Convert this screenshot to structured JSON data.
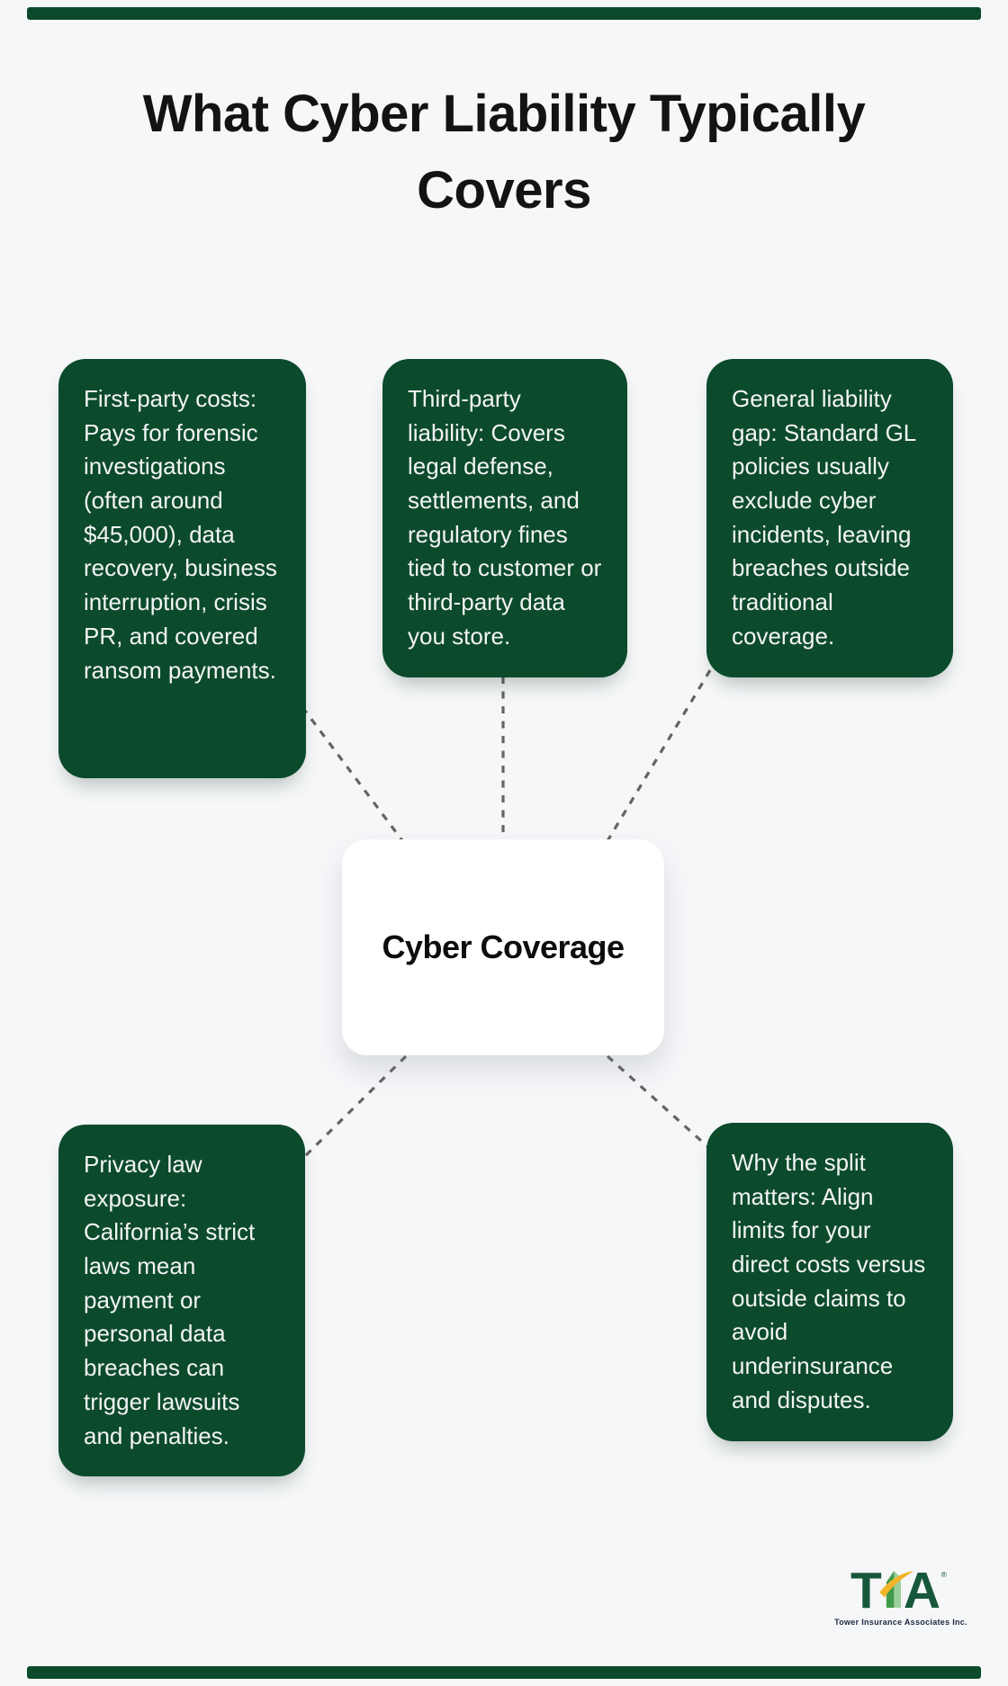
{
  "title": "What Cyber Liability Typically Covers",
  "center_node": {
    "label": "Cyber Coverage"
  },
  "nodes": [
    {
      "id": "first-party-costs",
      "text": "First-party costs: Pays for forensic investigations (often around $45,000), data recovery, business interruption, crisis PR, and covered ransom payments."
    },
    {
      "id": "third-party-liability",
      "text": "Third-party liability: Covers legal defense, settlements, and regulatory fines tied to customer or third-party data you store."
    },
    {
      "id": "general-liability-gap",
      "text": "General liability gap: Standard GL policies usually exclude cyber incidents, leaving breaches outside traditional coverage."
    },
    {
      "id": "privacy-law-exposure",
      "text": "Privacy law exposure: California’s strict laws mean payment or personal data breaches can trigger lawsuits and penalties."
    },
    {
      "id": "why-the-split-matters",
      "text": "Why the split matters: Align limits for your direct costs versus outside claims to avoid underinsurance and disputes."
    }
  ],
  "logo": {
    "letter_t": "T",
    "letter_a": "A",
    "registered_mark": "®",
    "caption": "Tower Insurance Associates Inc."
  },
  "colors": {
    "background": "#f6f7f9",
    "node_green": "#0c4a2c",
    "node_text": "#f3f5f4",
    "title_text": "#131313",
    "connector_gray": "#646464",
    "logo_dark_green": "#17573a",
    "logo_mid_green": "#3f9b4c",
    "logo_light_green": "#9ccf9b",
    "logo_gold": "#f2b52a",
    "caption_navy": "#1c2643"
  }
}
